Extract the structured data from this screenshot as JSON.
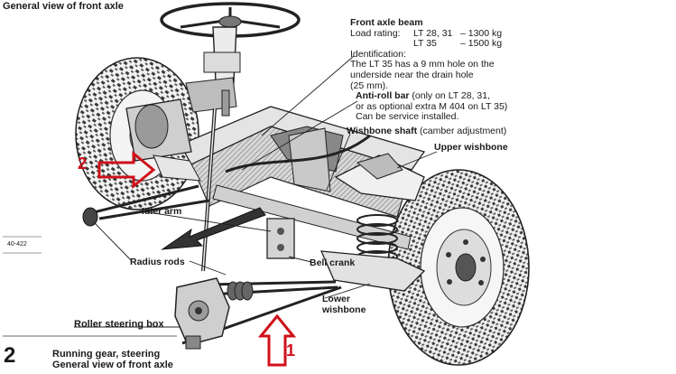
{
  "header": {
    "title": "General view of front axle"
  },
  "callouts": {
    "front_axle_beam": {
      "title": "Front axle beam",
      "load_rating_label": "Load rating:",
      "load_rows": [
        {
          "model": "LT 28, 31",
          "value": "– 1300 kg"
        },
        {
          "model": "LT 35",
          "value": "– 1500 kg"
        }
      ],
      "identification_label": "Identification:",
      "identification_lines": [
        "The LT 35 has a 9 mm hole on the",
        "underside near the drain hole",
        "(25 mm)."
      ]
    },
    "anti_roll_bar": {
      "title": "Anti-roll bar",
      "note_lines": [
        " (only on LT 28, 31,",
        "or as optional extra M 404 on LT 35)",
        "Can be service installed."
      ]
    },
    "wishbone_shaft": {
      "title": "Wishbone shaft",
      "note": " (camber adjustment)"
    },
    "upper_wishbone": "Upper wishbone",
    "idler_arm": "Idler arm",
    "radius_rods": "Radius rods",
    "bell_crank": "Bell crank",
    "lower_wishbone": [
      "Lower",
      "wishbone"
    ],
    "roller_steering_box": "Roller steering box"
  },
  "side_code": "40-422",
  "footer": {
    "page_number": "2",
    "lines": [
      "Running gear, steering",
      "General view of front axle"
    ]
  },
  "markers": {
    "arrow_1": {
      "label": "1",
      "color": "#d0101a"
    },
    "arrow_2": {
      "label": "2",
      "color": "#d0101a"
    }
  }
}
